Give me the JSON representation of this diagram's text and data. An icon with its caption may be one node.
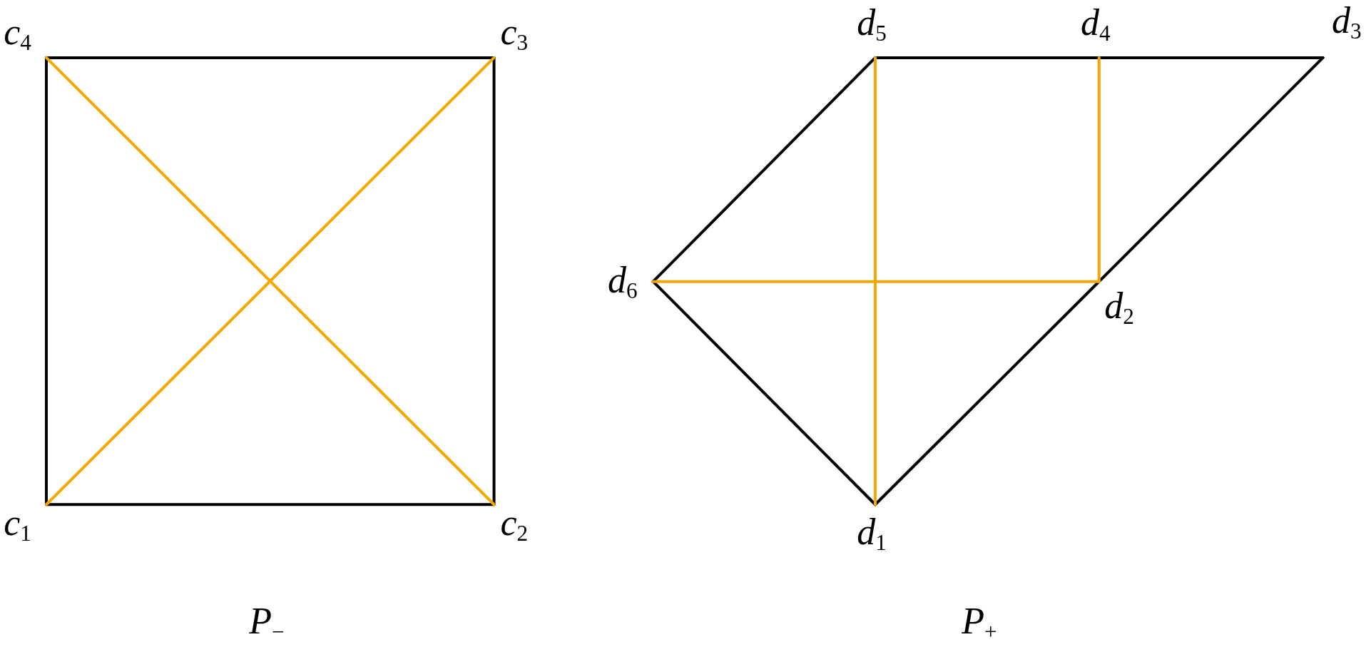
{
  "diagram": {
    "nodes": [
      {
        "text": [
          "*c*$_{4}$"
        ]
      },
      {
        "text": [
          "*c*$_{3}$"
        ]
      },
      {
        "text": [
          "*c*$_{1}$"
        ]
      },
      {
        "text": [
          "*c*$_{2}$"
        ]
      },
      {
        "text": [
          "*d*$_{5}$"
        ]
      },
      {
        "text": [
          "*d*$_{4}$"
        ]
      },
      {
        "text": [
          "*d*$_{3}$"
        ]
      },
      {
        "text": [
          "*d*$_{6}$"
        ]
      },
      {
        "text": [
          "*d*$_{2}$"
        ]
      },
      {
        "text": [
          "*d*$_{1}$"
        ]
      }
    ],
    "edges": [
      {
        "from": 0,
        "to": 1,
        "arrow": "none"
      },
      {
        "from": 1,
        "to": 3,
        "arrow": "none"
      },
      {
        "from": 3,
        "to": 2,
        "arrow": "none"
      },
      {
        "from": 2,
        "to": 0,
        "arrow": "none"
      },
      {
        "from": 0,
        "to": 3,
        "arrow": "none",
        "color": "#f5a800"
      },
      {
        "from": 2,
        "to": 1,
        "arrow": "none",
        "color": "#f5a800"
      },
      {
        "from": 4,
        "to": 5,
        "arrow": "none"
      },
      {
        "from": 5,
        "to": 6,
        "arrow": "none"
      },
      {
        "from": 6,
        "to": 8,
        "arrow": "none"
      },
      {
        "from": 8,
        "to": 9,
        "arrow": "none"
      },
      {
        "from": 9,
        "to": 7,
        "arrow": "none"
      },
      {
        "from": 7,
        "to": 4,
        "arrow": "none"
      },
      {
        "from": 4,
        "to": 9,
        "arrow": "none",
        "color": "#f5a800"
      },
      {
        "from": 5,
        "to": 8,
        "arrow": "none",
        "color": "#f5a800"
      },
      {
        "from": 7,
        "to": 8,
        "arrow": "none",
        "color": "#f5a800"
      }
    ],
    "labels": [
      "*P*$_{−}$",
      "*P*$_{+}$"
    ]
  }
}
